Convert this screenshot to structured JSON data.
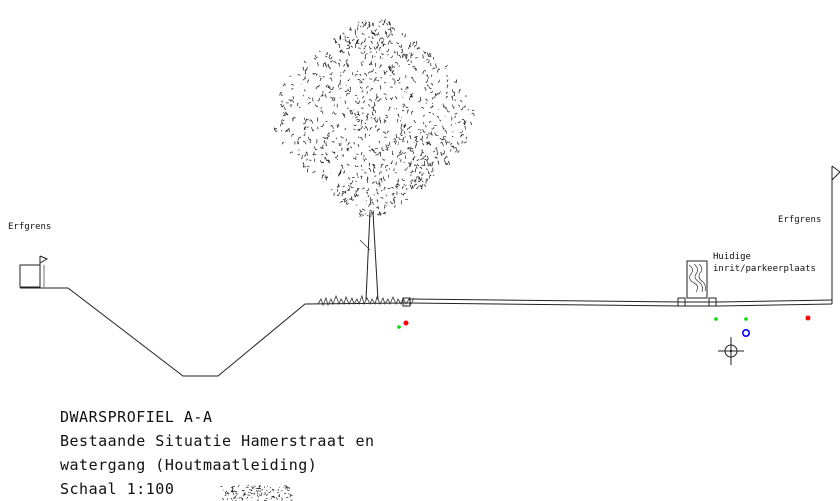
{
  "labels": {
    "erfgrens_left": "Erfgrens",
    "erfgrens_right": "Erfgrens",
    "entrance_line1": "Huidige",
    "entrance_line2": "inrit/parkeerplaats"
  },
  "title_block": {
    "line1": "DWARSPROFIEL A-A",
    "line2": "Bestaande Situatie Hamerstraat en",
    "line3": "watergang (Houtmaatleiding)",
    "line4": "Schaal 1:100"
  },
  "colors": {
    "marker_red": "#ff0000",
    "marker_green": "#00dd00",
    "marker_blue": "#0000ff",
    "line": "#222222"
  },
  "symbols": [
    "tree",
    "grass",
    "boundary-post-left",
    "boundary-flag-right",
    "entrance-hatch",
    "survey-crosshair"
  ]
}
